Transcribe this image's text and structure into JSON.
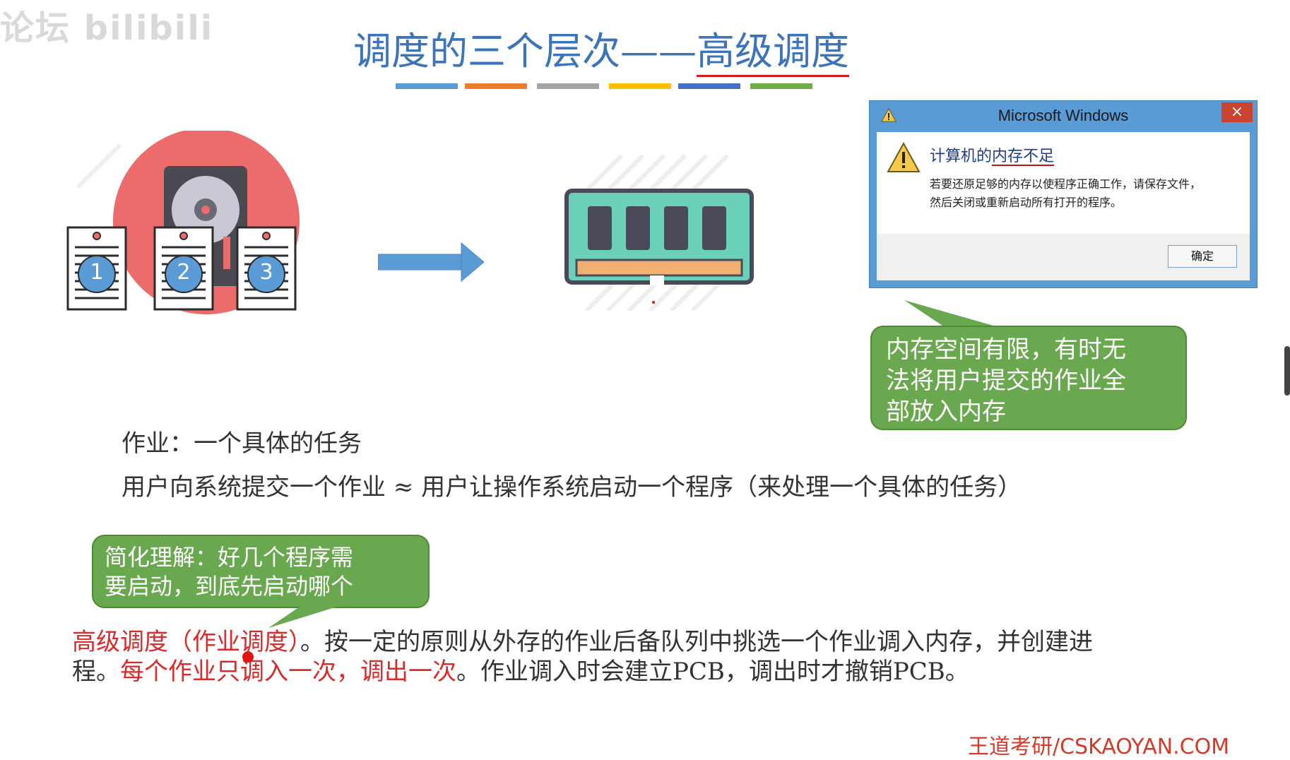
{
  "watermark": "论坛 bilibili",
  "title": {
    "prefix": "调度的三个层次——",
    "highlight": "高级调度"
  },
  "colors": {
    "title_blue": "#3b74b8",
    "callout_green": "#6aa84f",
    "red_text": "#d92b2b",
    "bars": [
      "#5b9bd5",
      "#ed7d31",
      "#a5a5a5",
      "#ffc000",
      "#4472c4",
      "#70ad47"
    ]
  },
  "jobs": {
    "labels": [
      "1",
      "2",
      "3"
    ]
  },
  "icons": {
    "disk": "hard-disk-icon",
    "arrow": "arrow-right-icon",
    "memory": "memory-module-icon",
    "warning": "warning-icon",
    "close": "close-icon"
  },
  "dialog": {
    "title": "Microsoft Windows",
    "close": "×",
    "heading_prefix": "计算机的",
    "heading_highlight": "内存不足",
    "message_line1": "若要还原足够的内存以使程序正确工作，请保存文件，",
    "message_line2": "然后关闭或重新启动所有打开的程序。",
    "ok_label": "确定"
  },
  "callouts": {
    "memory_line1": "内存空间有限，有时无",
    "memory_line2": "法将用户提交的作业全",
    "memory_line3": "部放入内存",
    "simplify_line1": "简化理解：好几个程序需",
    "simplify_line2": "要启动，到底先启动哪个"
  },
  "text": {
    "job_def": "作业：一个具体的任务",
    "job_equiv": "用户向系统提交一个作业 ≈ 用户让操作系统启动一个程序（来处理一个具体的任务）",
    "def_red1": "高级调度（作业调度）",
    "def_black1": "。按一定的原则从外存的作业后备队列中挑选一个作业调入内存，并创建进",
    "def_black2": "程。",
    "def_red2": "每个作业只调入一次，调出一次",
    "def_black3": "。作业调入时会建立PCB，调出时才撤销PCB。"
  },
  "footer": {
    "credit": "王道考研/CSKAOYAN.COM"
  }
}
